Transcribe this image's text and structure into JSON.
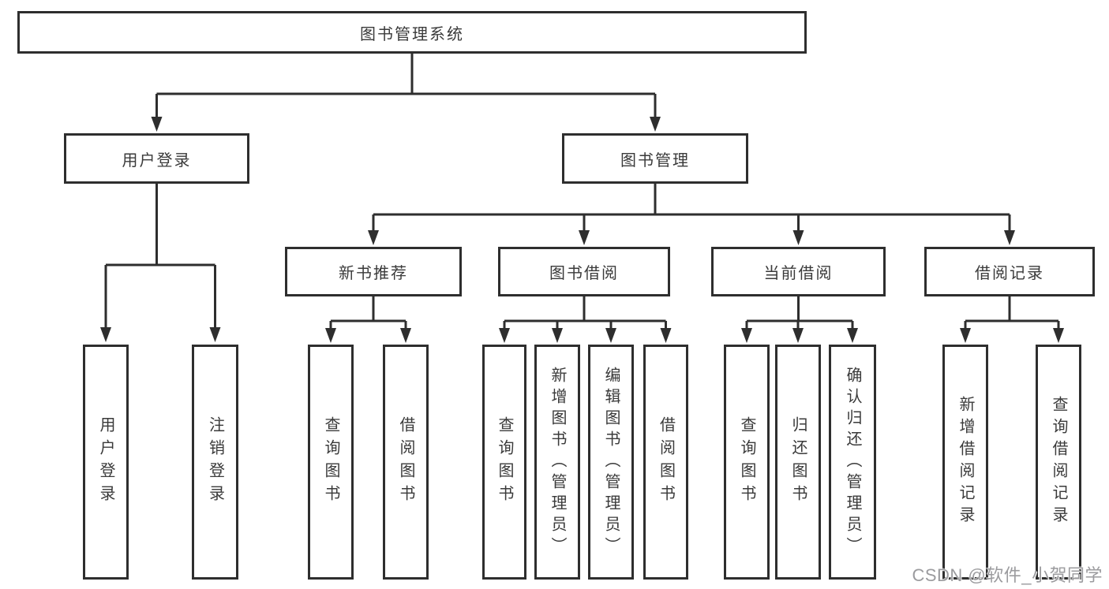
{
  "diagram": {
    "type": "tree-function-structure",
    "colors": {
      "line": "#2e2e2e",
      "box_border": "#2e2e2e",
      "text": "#3a3a3a",
      "background": "#ffffff",
      "watermark_text": "#9b9b9e"
    },
    "root": {
      "label": "图书管理系统"
    },
    "level2": [
      {
        "label": "用户登录"
      },
      {
        "label": "图书管理"
      }
    ],
    "level3": [
      {
        "label": "新书推荐",
        "parent": "图书管理"
      },
      {
        "label": "图书借阅",
        "parent": "图书管理"
      },
      {
        "label": "当前借阅",
        "parent": "图书管理"
      },
      {
        "label": "借阅记录",
        "parent": "图书管理"
      }
    ],
    "leaves": [
      {
        "label": "用户登录",
        "parent": "用户登录"
      },
      {
        "label": "注销登录",
        "parent": "用户登录"
      },
      {
        "label": "查询图书",
        "parent": "新书推荐"
      },
      {
        "label": "借阅图书",
        "parent": "新书推荐"
      },
      {
        "label": "查询图书",
        "parent": "图书借阅"
      },
      {
        "label": "新增图书（管理员）",
        "parent": "图书借阅"
      },
      {
        "label": "编辑图书（管理员）",
        "parent": "图书借阅"
      },
      {
        "label": "借阅图书",
        "parent": "图书借阅"
      },
      {
        "label": "查询图书",
        "parent": "当前借阅"
      },
      {
        "label": "归还图书",
        "parent": "当前借阅"
      },
      {
        "label": "确认归还（管理员）",
        "parent": "当前借阅"
      },
      {
        "label": "新增借阅记录",
        "parent": "借阅记录"
      },
      {
        "label": "查询借阅记录",
        "parent": "借阅记录"
      }
    ],
    "watermark": "CSDN @软件_小贺同学"
  }
}
